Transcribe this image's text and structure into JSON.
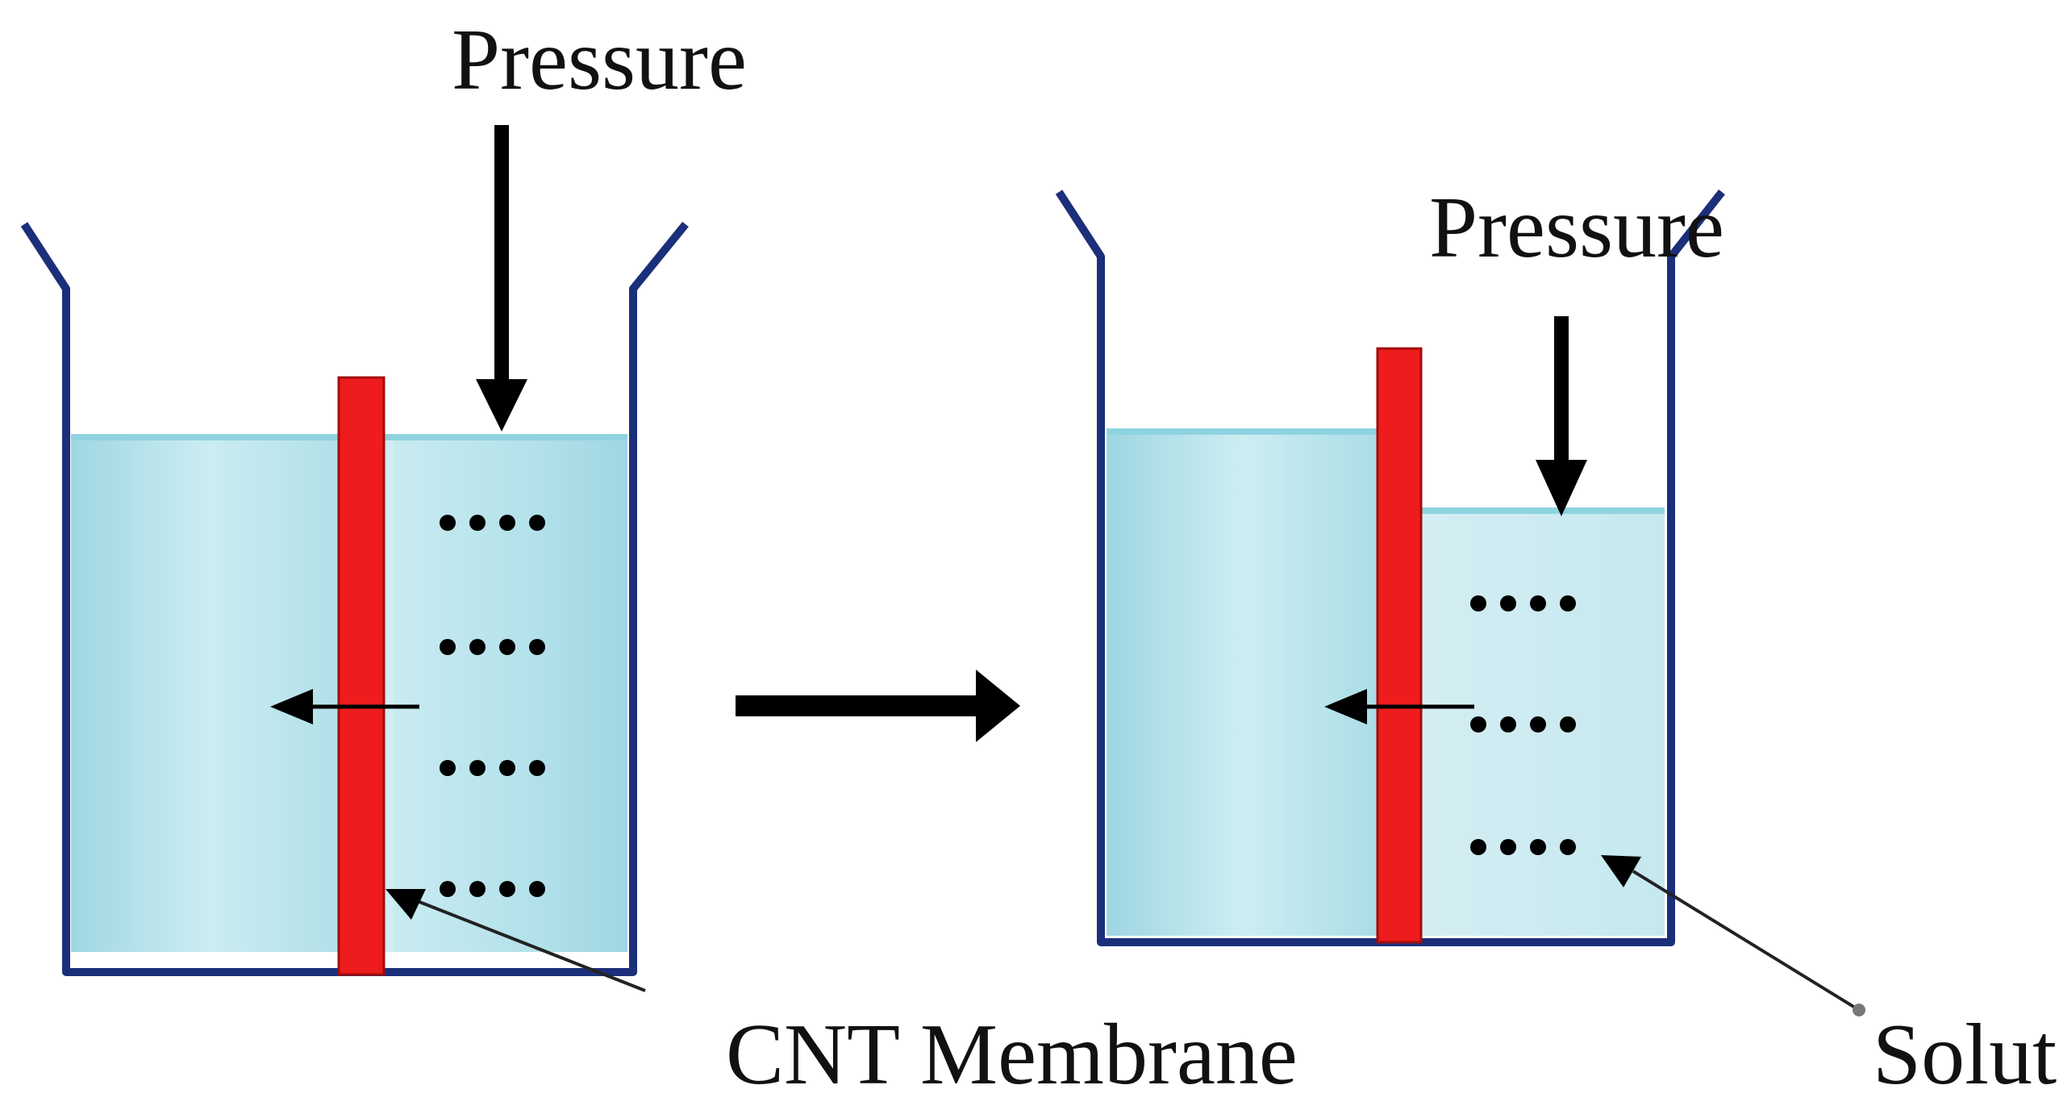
{
  "labels": {
    "pressure_left": "Pressure",
    "pressure_right": "Pressure",
    "membrane": "CNT Membrane",
    "solute": "Solute"
  },
  "colors": {
    "beaker_outline": "#1b2f7a",
    "water_light": "#d4eef3",
    "water_dark": "#a9dbe6",
    "membrane": "#ee1c1c",
    "arrow": "#000000"
  },
  "icons": {
    "solute_particle": "dot",
    "pressure_arrow": "down-arrow",
    "flow_arrow": "left-arrow",
    "process_arrow": "right-arrow"
  }
}
